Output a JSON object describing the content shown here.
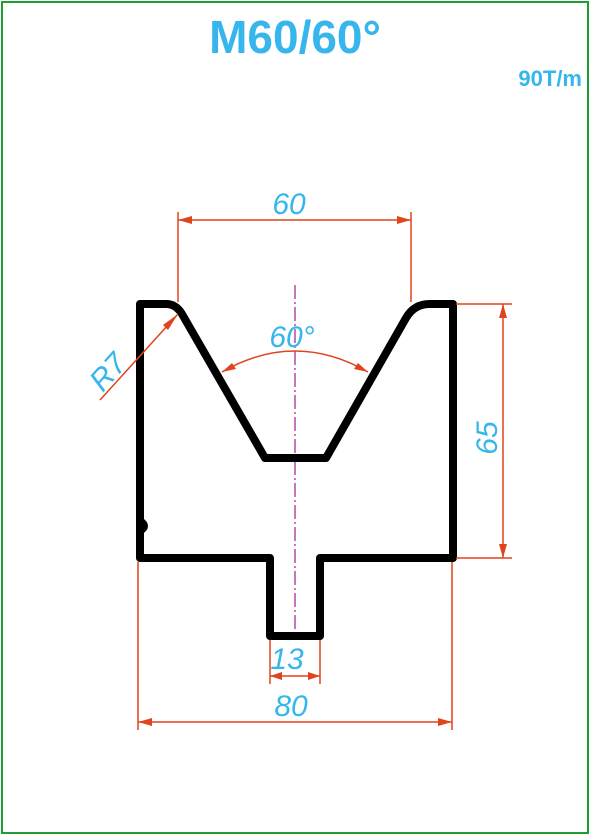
{
  "title": "M60/60°",
  "capacity": "90T/m",
  "dimensions": {
    "top_width": "60",
    "angle": "60°",
    "radius": "R7",
    "height": "65",
    "tang_width": "13",
    "base_width": "80"
  },
  "colors": {
    "border": "#1e9e32",
    "text": "#36b6ec",
    "dimension_line": "#e0441c",
    "profile": "#000000",
    "centerline": "#b04aa8"
  }
}
